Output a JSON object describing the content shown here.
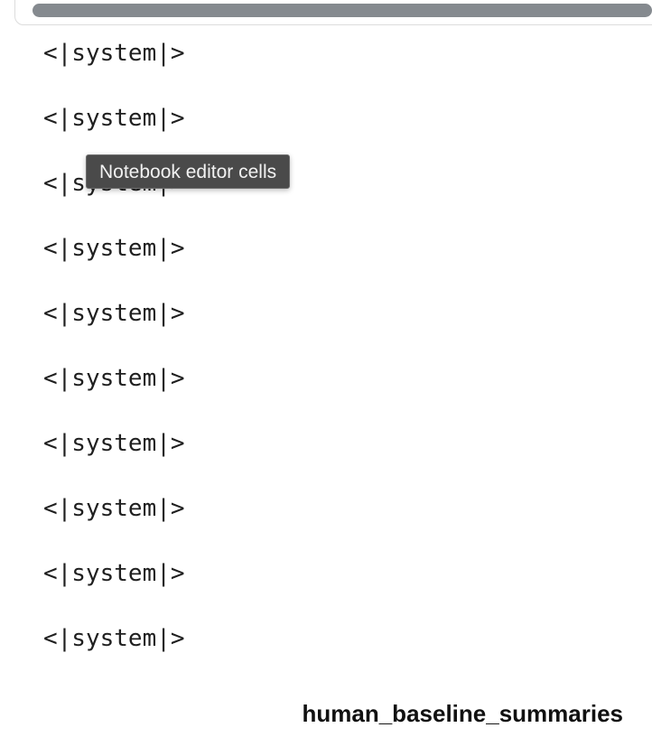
{
  "cell": {
    "rows": [
      "<|system|>",
      "<|system|>",
      "<|system|>",
      "<|system|>",
      "<|system|>",
      "<|system|>",
      "<|system|>",
      "<|system|>",
      "<|system|>",
      "<|system|>"
    ]
  },
  "tooltip": {
    "text": "Notebook editor cells"
  },
  "footer": {
    "name": "human_baseline_summaries"
  },
  "colors": {
    "scrollbar_thumb": "#858a8f",
    "tooltip_background": "#4a4a4a",
    "tooltip_text": "#f2f2f2",
    "text": "#1f1f1f"
  }
}
